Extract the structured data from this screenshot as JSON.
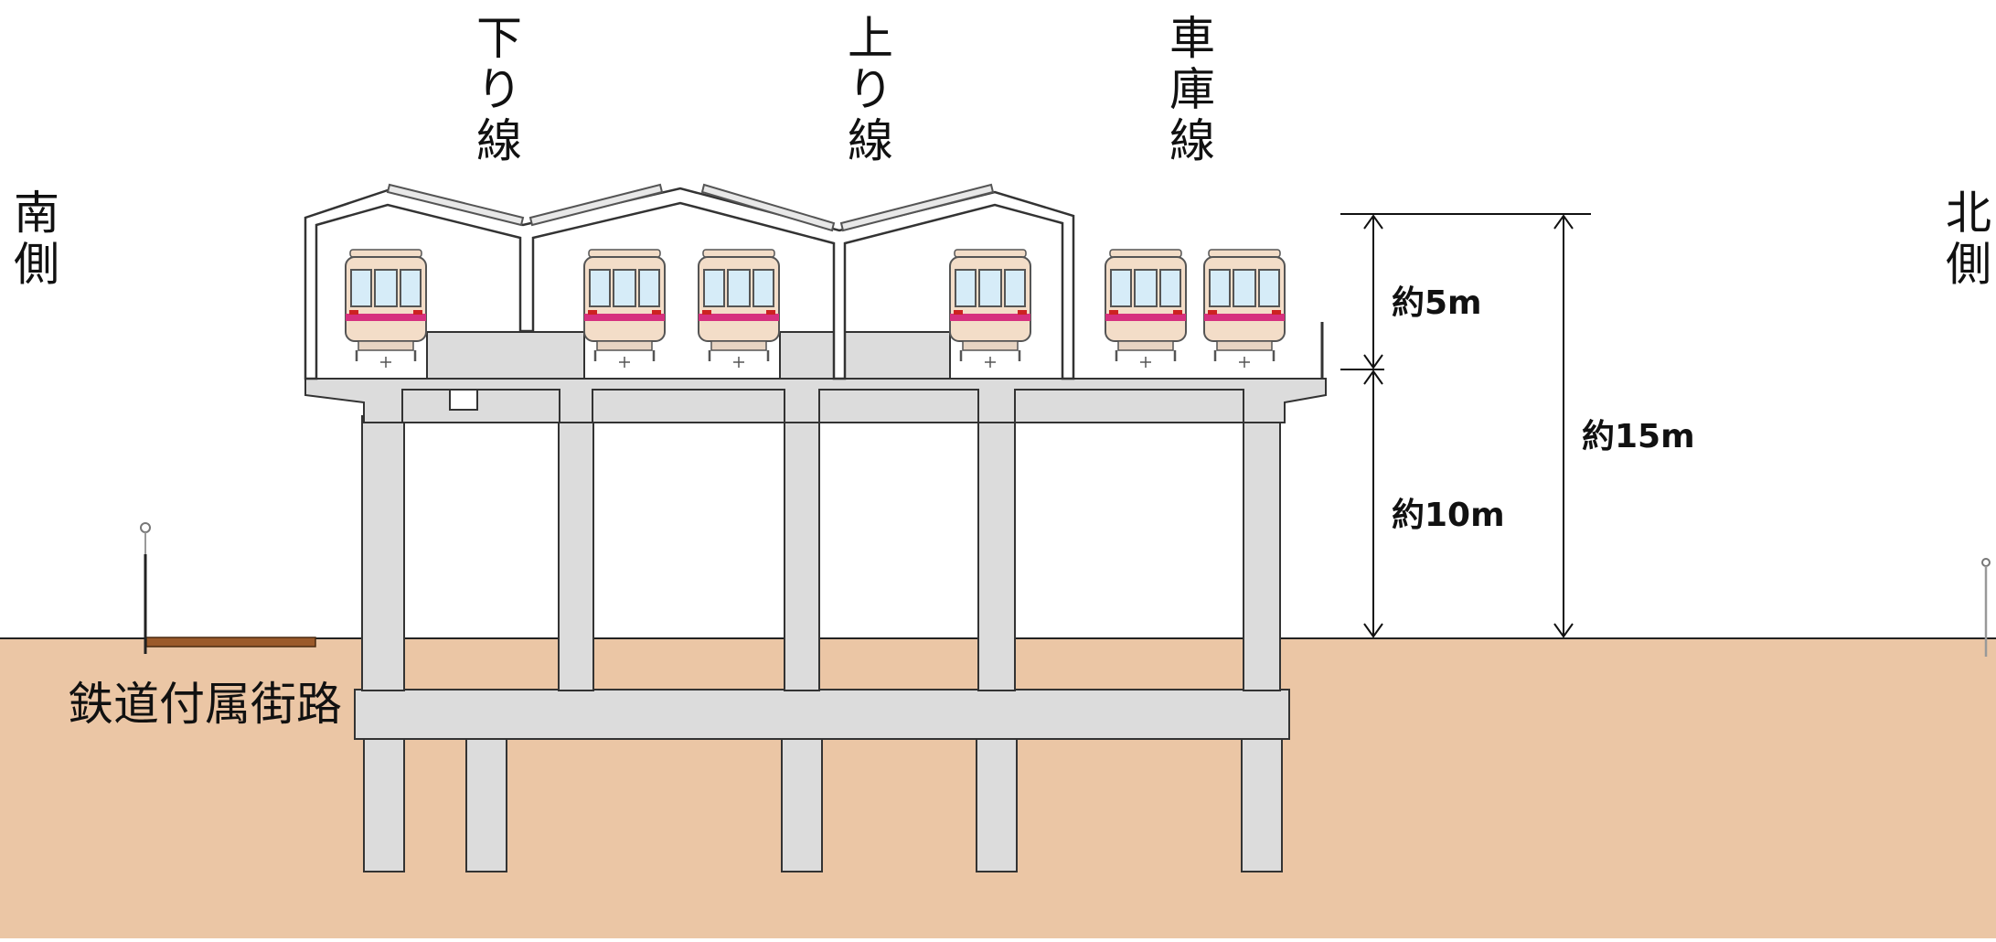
{
  "labels": {
    "south_side": "南側",
    "north_side": "北側",
    "down_line": "下り線",
    "up_line": "上り線",
    "depot_line": "車庫線",
    "railway_road": "鉄道付属街路"
  },
  "dimensions": {
    "upper": "約5m",
    "lower": "約10m",
    "total": "約15m"
  },
  "colors": {
    "ground": "#ebc6a5",
    "concrete": "#dcdcdc",
    "outline": "#333333",
    "road_surface": "#9b5a2a",
    "train_body": "#f3ddc8",
    "train_window": "#d6ecf8",
    "train_stripe": "#d6307e"
  }
}
